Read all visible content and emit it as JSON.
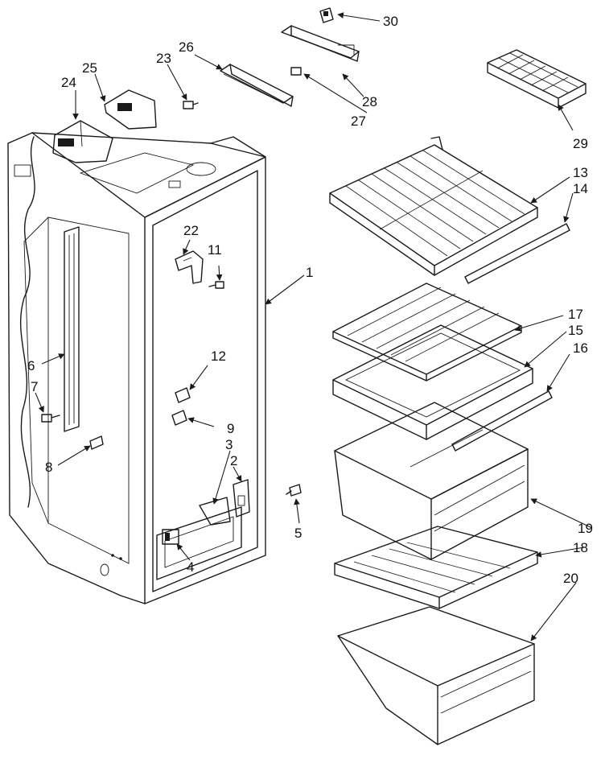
{
  "callouts": {
    "c1": "1",
    "c2": "2",
    "c3": "3",
    "c4": "4",
    "c5": "5",
    "c6": "6",
    "c7": "7",
    "c8": "8",
    "c9": "9",
    "c11": "11",
    "c12": "12",
    "c13": "13",
    "c14": "14",
    "c15": "15",
    "c16": "16",
    "c17": "17",
    "c18": "18",
    "c19": "19",
    "c20": "20",
    "c22": "22",
    "c23": "23",
    "c24": "24",
    "c25": "25",
    "c26": "26",
    "c27": "27",
    "c28": "28",
    "c29": "29",
    "c30": "30"
  }
}
